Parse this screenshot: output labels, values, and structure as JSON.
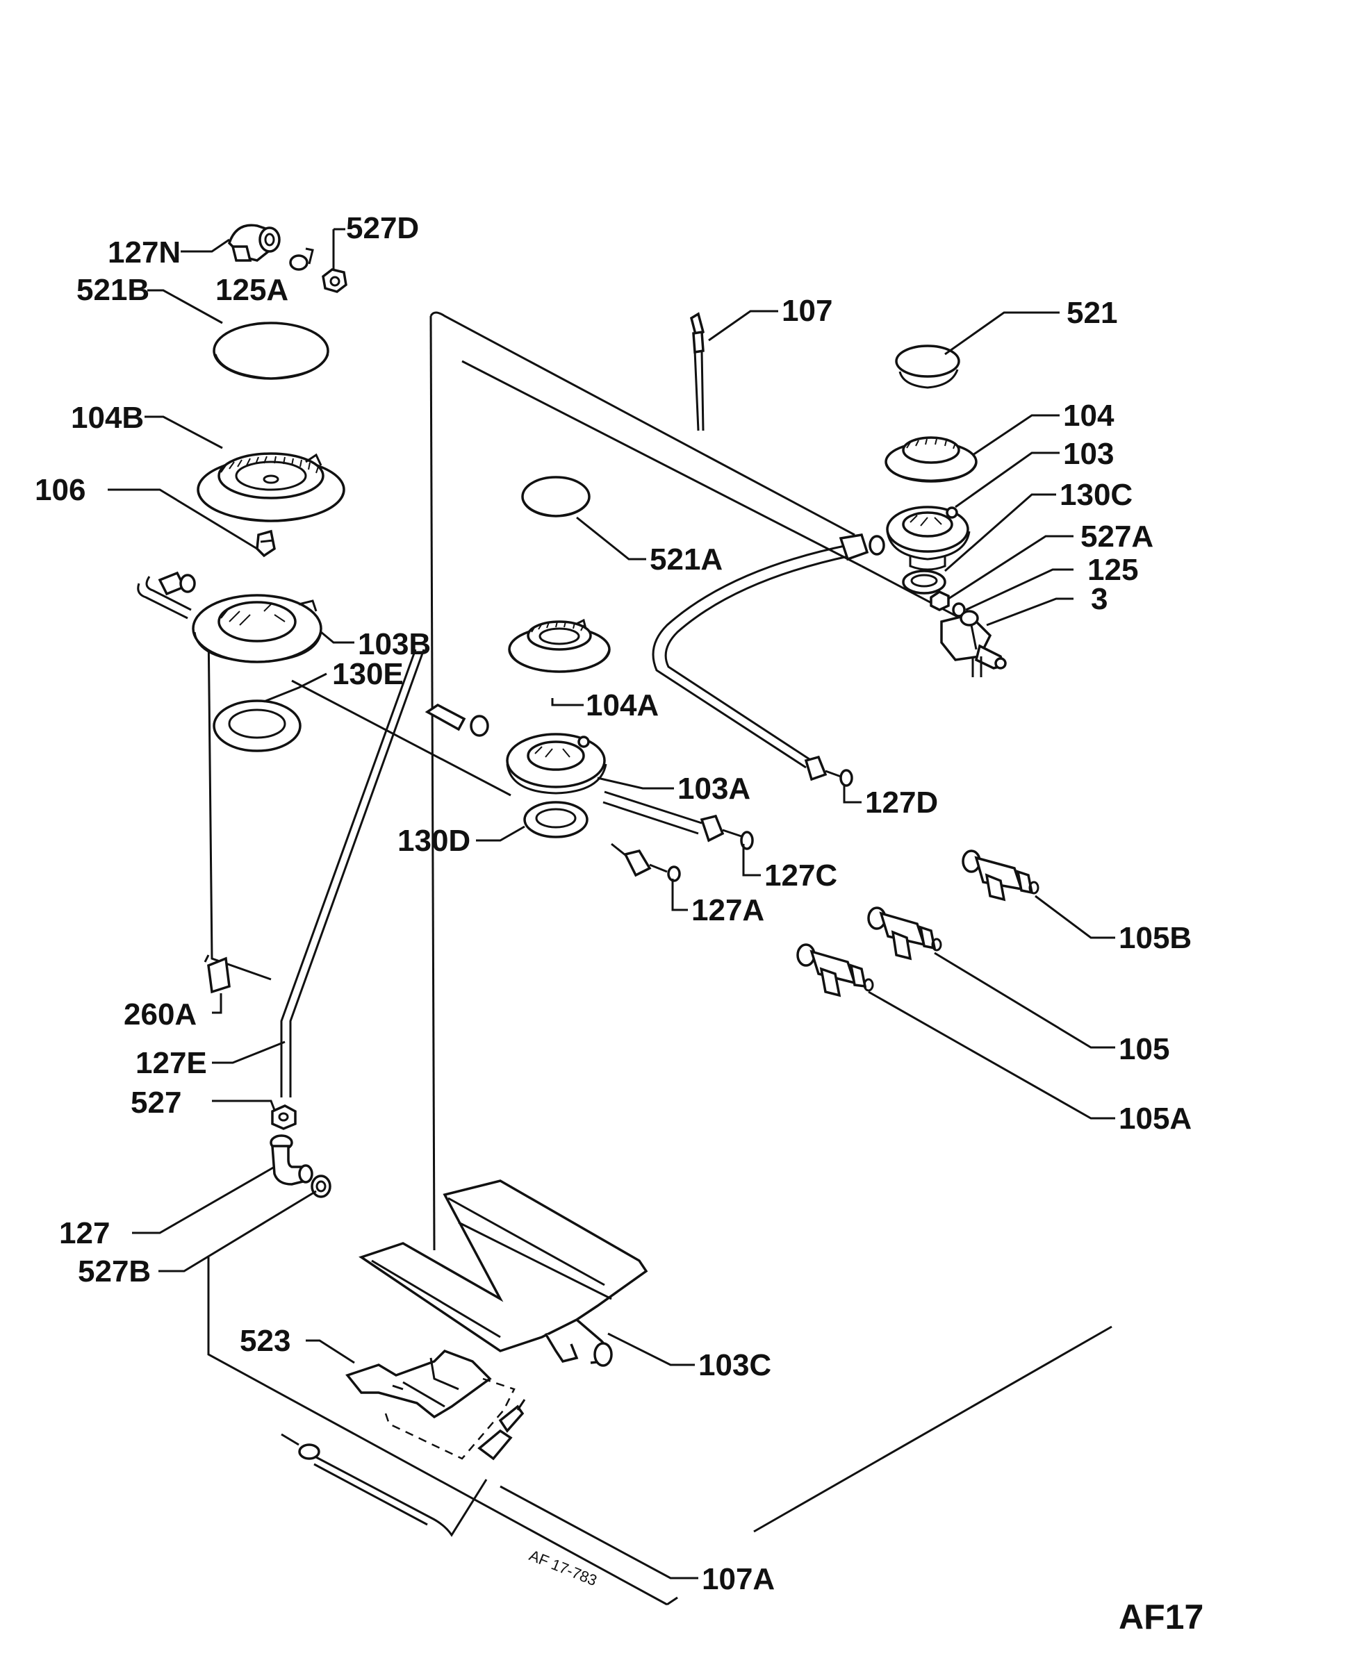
{
  "drawing_ref": "AF17",
  "drawing_stamp": "AF 17-783",
  "labels": {
    "l127N": "127N",
    "l527D": "527D",
    "l521B": "521B",
    "l125A": "125A",
    "l104B": "104B",
    "l106": "106",
    "l103B": "103B",
    "l130E": "130E",
    "l107": "107",
    "l521": "521",
    "l104": "104",
    "l103": "103",
    "l130C": "130C",
    "l527A": "527A",
    "l125": "125",
    "l3": "3",
    "l521A": "521A",
    "l104A": "104A",
    "l103A": "103A",
    "l130D": "130D",
    "l127D": "127D",
    "l127C": "127C",
    "l127A": "127A",
    "l105B": "105B",
    "l105": "105",
    "l105A": "105A",
    "l260A": "260A",
    "l127E": "127E",
    "l527": "527",
    "l127": "127",
    "l527B": "527B",
    "l523": "523",
    "l103C": "103C",
    "l107A": "107A"
  }
}
